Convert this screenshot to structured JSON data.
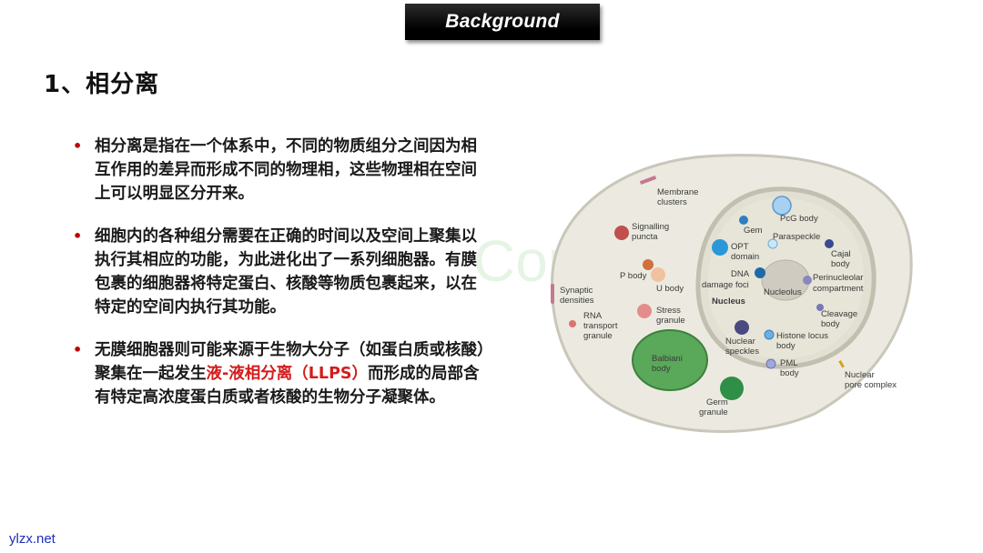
{
  "banner": {
    "title": "Background"
  },
  "section": {
    "heading": "1、相分离"
  },
  "bullets": [
    {
      "text": "相分离是指在一个体系中，不同的物质组分之间因为相互作用的差异而形成不同的物理相，这些物理相在空间上可以明显区分开来。"
    },
    {
      "text": "细胞内的各种组分需要在正确的时间以及空间上聚集以执行其相应的功能，为此进化出了一系列细胞器。有膜包裹的细胞器将特定蛋白、核酸等物质包裹起来，以在特定的空间内执行其功能。"
    },
    {
      "pre": "无膜细胞器则可能来源于生物大分子（如蛋白质或核酸）聚集在一起发生",
      "highlight": "液-液相分离（LLPS）",
      "post": "而形成的局部含有特定高浓度蛋白质或者核酸的生物分子凝聚体。"
    }
  ],
  "watermark": {
    "text": "Combo"
  },
  "footer": {
    "site": "ylzx.net"
  },
  "diagram": {
    "labels": {
      "membrane_clusters_1": "Membrane",
      "membrane_clusters_2": "clusters",
      "signalling_1": "Signalling",
      "signalling_2": "puncta",
      "p_body": "P body",
      "u_body": "U body",
      "synaptic_1": "Synaptic",
      "synaptic_2": "densities",
      "stress_1": "Stress",
      "stress_2": "granule",
      "rna_1": "RNA",
      "rna_2": "transport",
      "rna_3": "granule",
      "balbiani_1": "Balbiani",
      "balbiani_2": "body",
      "germ_1": "Germ",
      "germ_2": "granule",
      "gem": "Gem",
      "pcg": "PcG body",
      "paraspeckle": "Paraspeckle",
      "opt_1": "OPT",
      "opt_2": "domain",
      "dna_1": "DNA",
      "dna_2": "damage foci",
      "nucleus": "Nucleus",
      "nucleolus": "Nucleolus",
      "cajal_1": "Cajal",
      "cajal_2": "body",
      "perinuc_1": "Perinucleolar",
      "perinuc_2": "compartment",
      "cleavage_1": "Cleavage",
      "cleavage_2": "body",
      "histone_1": "Histone locus",
      "histone_2": "body",
      "speckles_1": "Nuclear",
      "speckles_2": "speckles",
      "pml_1": "PML",
      "pml_2": "body",
      "pore_1": "Nuclear",
      "pore_2": "pore complex"
    }
  }
}
